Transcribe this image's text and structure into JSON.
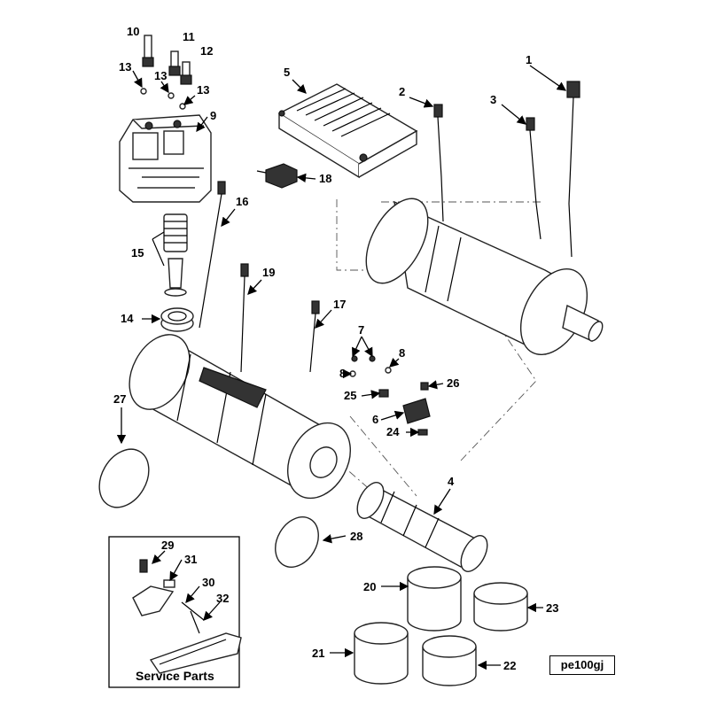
{
  "reference_code": "pe100gj",
  "service_parts_title": "Service Parts",
  "callouts": [
    "1",
    "2",
    "3",
    "4",
    "5",
    "6",
    "7",
    "8",
    "8",
    "9",
    "10",
    "11",
    "12",
    "13",
    "13",
    "13",
    "14",
    "15",
    "16",
    "17",
    "18",
    "19",
    "20",
    "21",
    "22",
    "23",
    "24",
    "25",
    "26",
    "27",
    "28",
    "29",
    "30",
    "31",
    "32"
  ]
}
